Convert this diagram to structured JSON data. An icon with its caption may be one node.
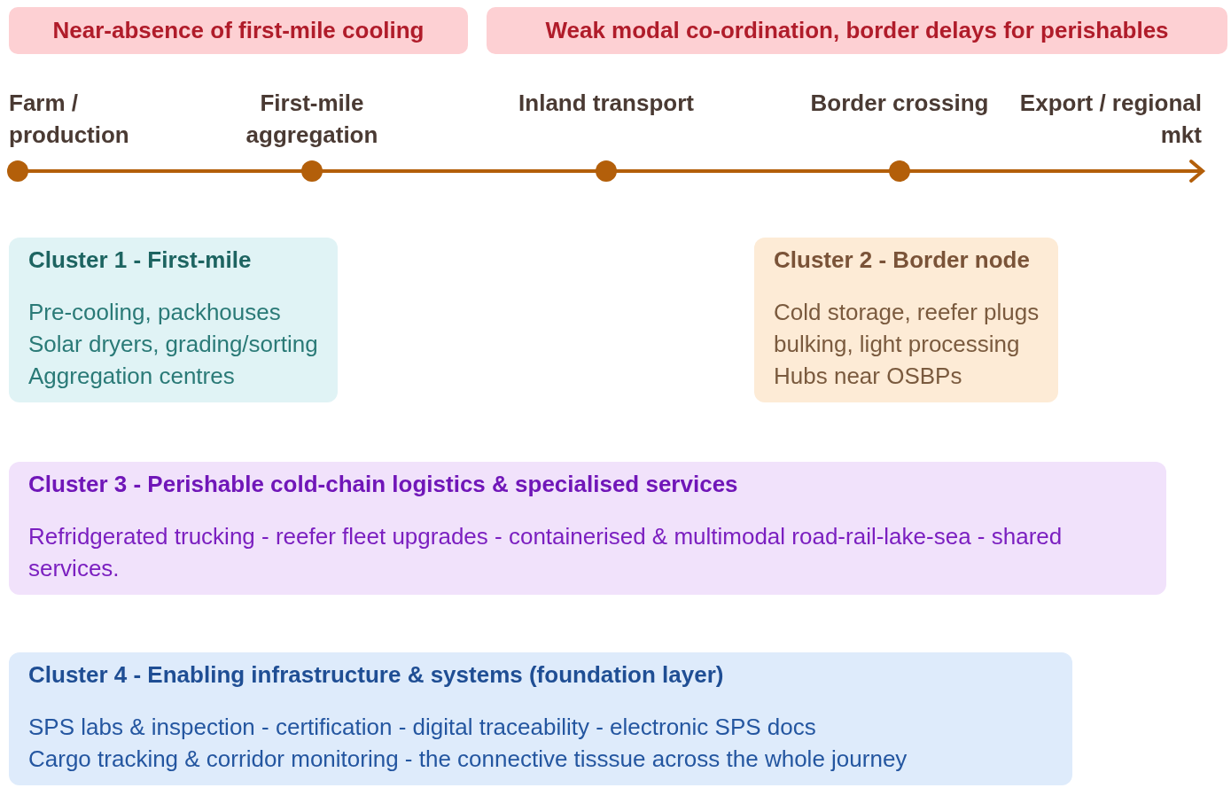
{
  "diagram": {
    "nodes": [
      {
        "text": [
          "Cluster 1 - First-mile",
          "Pre-cooling, packhouses",
          "Solar dryers, grading/sorting",
          "Aggregation centres"
        ]
      },
      {
        "text": [
          "Cluster 2 - Border node",
          "Cold storage, reefer plugs",
          "bulking, light processing",
          "Hubs near OSBPs"
        ]
      },
      {
        "text": [
          "Cluster 3 - Perishable cold-chain logistics & specialised services",
          "Refridgerated trucking - reefer fleet upgrades - containerised & multimodal road-rail-lake-sea - shared services."
        ]
      },
      {
        "text": [
          "Cluster 4 - Enabling infrastructure & systems (foundation layer)",
          "SPS labs & inspection - certification - digital traceability - electronic SPS docs",
          "Cargo tracking & corridor monitoring - the connective tisssue across the whole journey"
        ]
      }
    ],
    "edges": [],
    "labels": [
      "Near-absence of first-mile cooling",
      "Weak modal co-ordination, border delays for perishables",
      "Farm / production",
      "First-mile aggregation",
      "Inland transport",
      "Border crossing",
      "Export / regional mkt"
    ]
  }
}
